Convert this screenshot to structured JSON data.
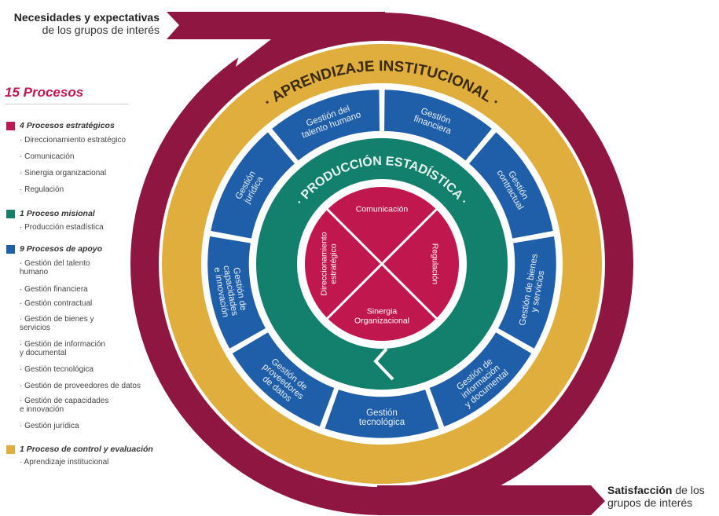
{
  "colors": {
    "maroon": "#8f1640",
    "yellow": "#e0ae3c",
    "blue": "#1f5fa9",
    "green": "#12806c",
    "red": "#c0174f"
  },
  "header_top": {
    "bold": "Necesidades y expectativas",
    "normal": "de los grupos de interés"
  },
  "header_bottom": {
    "bold": "Satisfacción",
    "normal_1": " de los",
    "normal_2": "grupos de interés"
  },
  "legend": {
    "title": "15 Procesos",
    "groups": [
      {
        "label": "4 Procesos estratégicos",
        "color": "#c0174f",
        "items": [
          "· Direccionamiento estratégico",
          "· Comunicación",
          "· Sinergia organizacional",
          "· Regulación"
        ]
      },
      {
        "label": "1 Proceso misional",
        "color": "#12806c",
        "items": [
          "· Producción estadística"
        ]
      },
      {
        "label": "9 Procesos de apoyo",
        "color": "#1f5fa9",
        "items": [
          "· Gestión del talento\n  humano",
          "· Gestión financiera",
          "· Gestión contractual",
          "· Gestión de bienes y\n  servicios",
          "· Gestión de información\n  y documental",
          "· Gestión tecnológica",
          "· Gestión de proveedores de datos",
          "· Gestión de capacidades\n  e innovación",
          "· Gestión jurídica"
        ]
      },
      {
        "label": "1 Proceso de control y evaluación",
        "color": "#e0ae3c",
        "items": [
          "· Aprendizaje institucional"
        ]
      }
    ]
  },
  "diagram": {
    "outer_ring_label": "· APRENDIZAJE INSTITUCIONAL ·",
    "mission_ring_label": "· PRODUCCIÓN ESTADÍSTICA ·",
    "support_segments": [
      [
        "Gestión",
        "financiera"
      ],
      [
        "Gestión",
        "contractual"
      ],
      [
        "Gestión de bienes",
        "y servicios"
      ],
      [
        "Gestión de",
        "información",
        "y documental"
      ],
      [
        "Gestión",
        "tecnológica"
      ],
      [
        "Gestión de",
        "proveedores",
        "de datos"
      ],
      [
        "Gestión de",
        "capacidades",
        "e innovación"
      ],
      [
        "Gestión",
        "jurídica"
      ],
      [
        "Gestión del",
        "talento humano"
      ]
    ],
    "strategic": {
      "top": [
        "Comunicación"
      ],
      "right": [
        "Regulación"
      ],
      "bottom": [
        "Sinergia",
        "Organizacional"
      ],
      "left": [
        "Direccionamiento",
        "estratégico"
      ]
    }
  }
}
